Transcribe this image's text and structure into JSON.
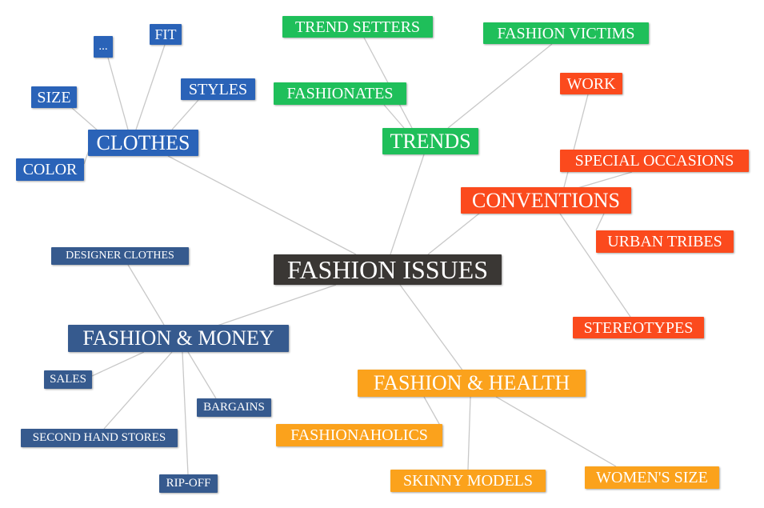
{
  "colors": {
    "root": "#3a3734",
    "clothes": "#2a63b8",
    "trends": "#1fbf5a",
    "conventions": "#fb4a1d",
    "money": "#365a8e",
    "health": "#fba21c",
    "edge": "#c8c8c8"
  },
  "nodes": [
    {
      "id": "root",
      "text": "FASHION ISSUES",
      "group": "root"
    },
    {
      "id": "clothes",
      "text": "CLOTHES",
      "group": "clothes",
      "parent": "root"
    },
    {
      "id": "ellipsis",
      "text": "...",
      "group": "clothes",
      "parent": "clothes"
    },
    {
      "id": "fit",
      "text": "FIT",
      "group": "clothes",
      "parent": "clothes"
    },
    {
      "id": "styles",
      "text": "STYLES",
      "group": "clothes",
      "parent": "clothes"
    },
    {
      "id": "size",
      "text": "SIZE",
      "group": "clothes",
      "parent": "clothes"
    },
    {
      "id": "color",
      "text": "COLOR",
      "group": "clothes",
      "parent": "clothes"
    },
    {
      "id": "trends",
      "text": "TRENDS",
      "group": "trends",
      "parent": "root"
    },
    {
      "id": "trend-setters",
      "text": "TREND SETTERS",
      "group": "trends",
      "parent": "trends"
    },
    {
      "id": "fashion-victims",
      "text": "FASHION VICTIMS",
      "group": "trends",
      "parent": "trends"
    },
    {
      "id": "fashionates",
      "text": "FASHIONATES",
      "group": "trends",
      "parent": "trends"
    },
    {
      "id": "conventions",
      "text": "CONVENTIONS",
      "group": "conventions",
      "parent": "root"
    },
    {
      "id": "work",
      "text": "WORK",
      "group": "conventions",
      "parent": "conventions"
    },
    {
      "id": "special-occasions",
      "text": "SPECIAL OCCASIONS",
      "group": "conventions",
      "parent": "conventions"
    },
    {
      "id": "urban-tribes",
      "text": "URBAN TRIBES",
      "group": "conventions",
      "parent": "conventions"
    },
    {
      "id": "stereotypes",
      "text": "STEREOTYPES",
      "group": "conventions",
      "parent": "conventions"
    },
    {
      "id": "money",
      "text": "FASHION & MONEY",
      "group": "money",
      "parent": "root"
    },
    {
      "id": "designer-clothes",
      "text": "DESIGNER CLOTHES",
      "group": "money",
      "parent": "money"
    },
    {
      "id": "sales",
      "text": "SALES",
      "group": "money",
      "parent": "money"
    },
    {
      "id": "bargains",
      "text": "BARGAINS",
      "group": "money",
      "parent": "money"
    },
    {
      "id": "second-hand-stores",
      "text": "SECOND HAND STORES",
      "group": "money",
      "parent": "money"
    },
    {
      "id": "rip-off",
      "text": "RIP-OFF",
      "group": "money",
      "parent": "money"
    },
    {
      "id": "health",
      "text": "FASHION & HEALTH",
      "group": "health",
      "parent": "root"
    },
    {
      "id": "fashionaholics",
      "text": "FASHIONAHOLICS",
      "group": "health",
      "parent": "health"
    },
    {
      "id": "skinny-models",
      "text": "SKINNY MODELS",
      "group": "health",
      "parent": "health"
    },
    {
      "id": "womens-size",
      "text": "WOMEN'S SIZE",
      "group": "health",
      "parent": "health"
    }
  ]
}
